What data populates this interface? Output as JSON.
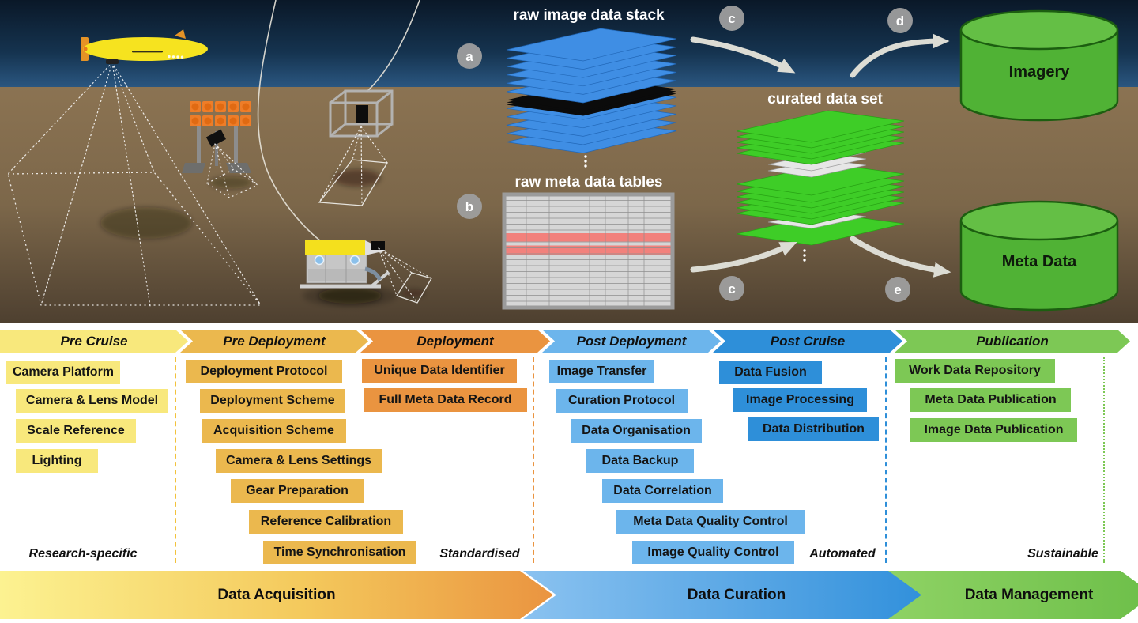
{
  "scene": {
    "labels": {
      "raw_image_stack": "raw image data stack",
      "raw_meta_tables": "raw meta data tables",
      "curated_data_set": "curated data set",
      "imagery_db": "Imagery",
      "meta_data_db": "Meta Data"
    },
    "markers": {
      "a": "a",
      "b": "b",
      "c": "c",
      "d": "d",
      "e": "e"
    }
  },
  "phases": [
    {
      "label": "Pre Cruise",
      "color": "#f8e87c",
      "footer": "Research-specific",
      "tasks": [
        "Camera Platform",
        "Camera & Lens Model",
        "Scale Reference",
        "Lighting"
      ]
    },
    {
      "label": "Pre Deployment",
      "color": "#ebb84e",
      "tasks": [
        "Deployment Protocol",
        "Deployment Scheme",
        "Acquisition Scheme",
        "Camera & Lens Settings",
        "Gear Preparation",
        "Reference Calibration",
        "Time Synchronisation"
      ]
    },
    {
      "label": "Deployment",
      "color": "#ea9440",
      "footer": "Standardised",
      "tasks": [
        "Unique Data Identifier",
        "Full Meta Data Record"
      ]
    },
    {
      "label": "Post Deployment",
      "color": "#6cb5ec",
      "tasks": [
        "Image Transfer",
        "Curation Protocol",
        "Data Organisation",
        "Data Backup",
        "Data Correlation",
        "Meta Data Quality Control",
        "Image Quality Control"
      ]
    },
    {
      "label": "Post Cruise",
      "color": "#2e8fd9",
      "footer": "Automated",
      "tasks": [
        "Data Fusion",
        "Image Processing",
        "Data Distribution"
      ]
    },
    {
      "label": "Publication",
      "color": "#7dc855",
      "footer": "Sustainable",
      "tasks": [
        "Work Data Repository",
        "Meta Data Publication",
        "Image Data Publication"
      ]
    }
  ],
  "process_arrows": [
    {
      "label": "Data Acquisition"
    },
    {
      "label": "Data Curation"
    },
    {
      "label": "Data Management"
    }
  ],
  "colors": {
    "water_top": "#0a1828",
    "water_bottom": "#2a5680",
    "seafloor": "#7c674a",
    "database_green": "#50b235",
    "raw_sheet_blue": "#3f8ee4",
    "curated_sheet_green": "#3ecd27",
    "table_highlight_red": "#f2817c",
    "marker_gray": "#9e9e9e"
  }
}
